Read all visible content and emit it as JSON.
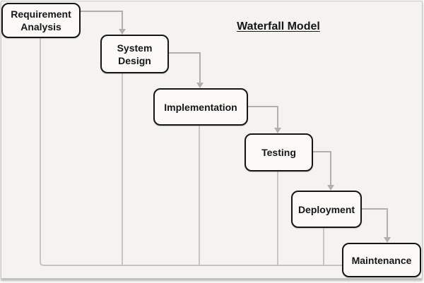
{
  "title": "Waterfall Model",
  "phases": [
    {
      "label": "Requirement Analysis"
    },
    {
      "label": "System Design"
    },
    {
      "label": "Implementation"
    },
    {
      "label": "Testing"
    },
    {
      "label": "Deployment"
    },
    {
      "label": "Maintenance"
    }
  ],
  "connections": [
    {
      "from": "Requirement Analysis",
      "to": "System Design",
      "style": "gray right-angle arrow"
    },
    {
      "from": "System Design",
      "to": "Implementation",
      "style": "gray right-angle arrow"
    },
    {
      "from": "Implementation",
      "to": "Testing",
      "style": "gray right-angle arrow"
    },
    {
      "from": "Testing",
      "to": "Deployment",
      "style": "gray right-angle arrow"
    },
    {
      "from": "Deployment",
      "to": "Maintenance",
      "style": "gray right-angle arrow"
    }
  ],
  "feedback_lines": {
    "description": "vertical line from the bottom of each phase down to a shared horizontal baseline that runs into the left edge of Maintenance",
    "baseline_sources": [
      "Requirement Analysis",
      "System Design",
      "Implementation",
      "Testing",
      "Deployment"
    ],
    "baseline_target": "Maintenance"
  },
  "colors": {
    "background": "#f4f3f1",
    "box_fill": "#fbfaf8",
    "box_border": "#161616",
    "arrow": "#b2b0ae",
    "feedback_line": "#c0bebc",
    "text": "#161616",
    "frame_border": "#c9c7c5"
  }
}
